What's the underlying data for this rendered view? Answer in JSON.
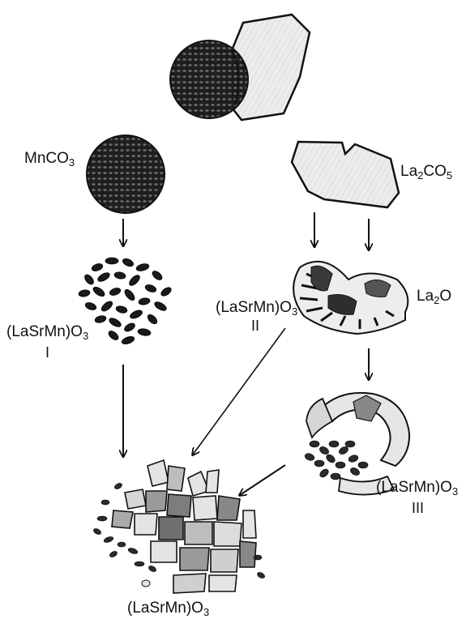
{
  "labels": {
    "mnco3": {
      "base": "MnCO",
      "sub": "3"
    },
    "la2co5": {
      "pre": "La",
      "sub1": "2",
      "mid": "CO",
      "sub2": "5"
    },
    "la2o": {
      "pre": "La",
      "sub": "2",
      "post": "O"
    },
    "product_i": {
      "base": "(LaSrMn)O",
      "sub": "3",
      "roman": "I"
    },
    "product_ii": {
      "base": "(LaSrMn)O",
      "sub": "3",
      "roman": "II"
    },
    "product_iii": {
      "base": "(LaSrMn)O",
      "sub": "3",
      "roman": "III"
    },
    "final": {
      "base": "(LaSrMn)O",
      "sub": "3"
    }
  },
  "colors": {
    "ink": "#111111",
    "light_fill": "#e4e4e4",
    "dark_fill": "#2a2a2a",
    "mid_fill": "#9a9a9a"
  }
}
